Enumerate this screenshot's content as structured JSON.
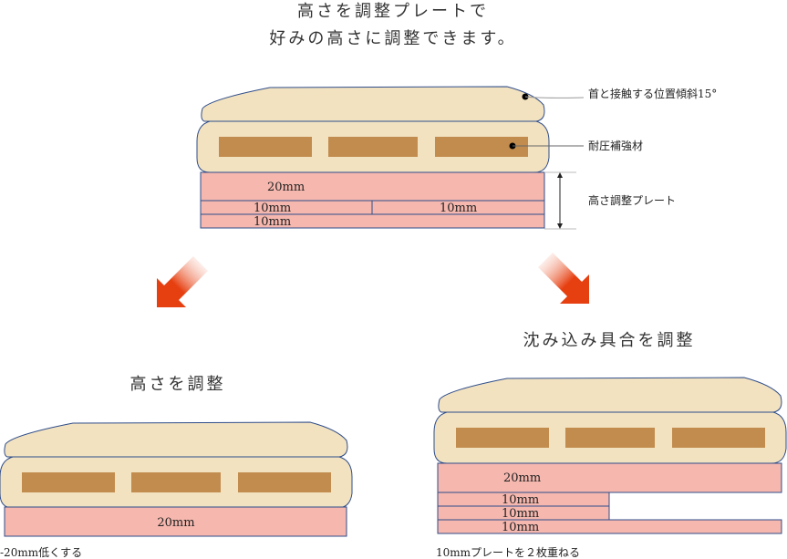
{
  "header": {
    "line1": "高さを調整プレートで",
    "line2": "好みの高さに調整できます。"
  },
  "top_diagram": {
    "callouts": {
      "neck_slope": "首と接触する位置傾斜15°",
      "reinforcement": "耐圧補強材",
      "plate": "高さ調整プレート"
    },
    "plates": {
      "p20": "20mm",
      "p10a": "10mm",
      "p10b": "10mm",
      "p10c": "10mm"
    }
  },
  "left_variant": {
    "title": "高さを調整",
    "plate": "20mm",
    "caption": "-20mm低くする"
  },
  "right_variant": {
    "title": "沈み込み具合を調整",
    "plates": {
      "p20": "20mm",
      "p10a": "10mm",
      "p10b": "10mm",
      "p10c": "10mm"
    },
    "caption": "10mmプレートを２枚重ねる"
  },
  "colors": {
    "cushion": "#f2e2c0",
    "outline": "#2f4d8a",
    "reinforcement": "#c28c4e",
    "plate": "#f5b7ae",
    "arrow": "#e63f10"
  }
}
